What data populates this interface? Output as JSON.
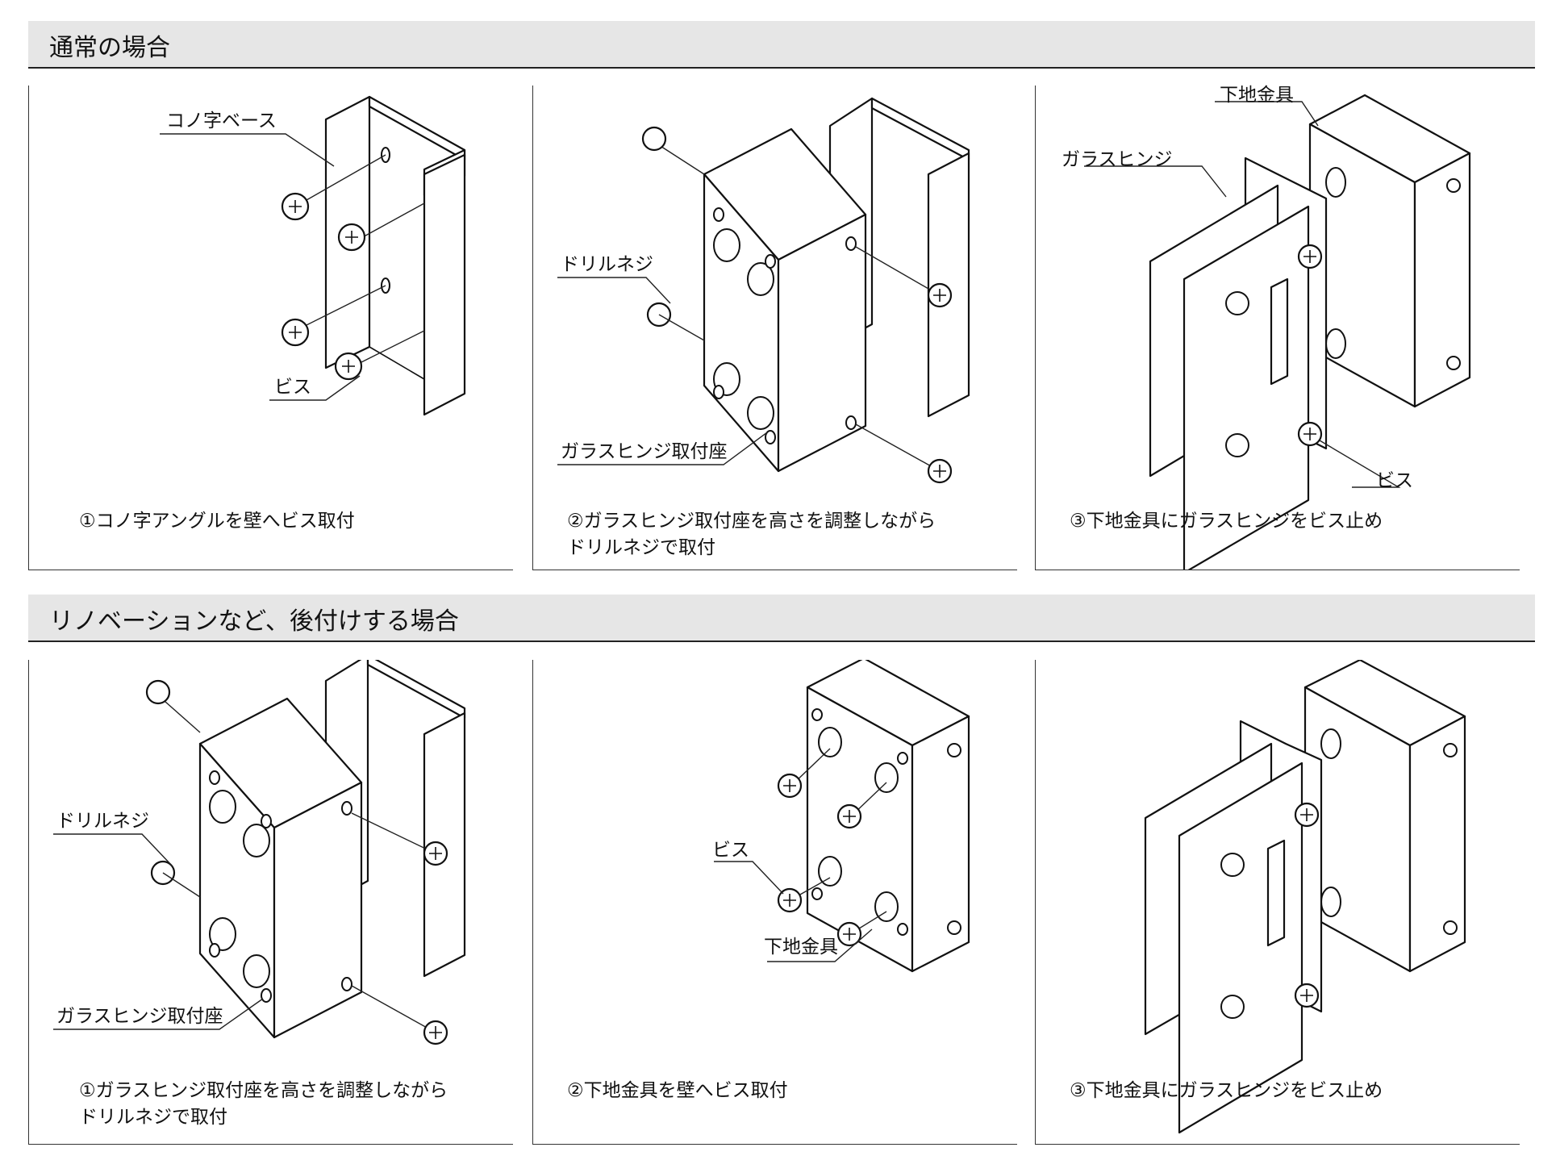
{
  "sections": [
    {
      "header": "通常の場合"
    },
    {
      "header": "リノベーションなど、後付けする場合"
    }
  ],
  "panels": {
    "s1p1": {
      "caption": "①コノ字アングルを壁へビス取付",
      "labels": {
        "base": "コノ字ベース",
        "screw": "ビス"
      }
    },
    "s1p2": {
      "caption_l1": "②ガラスヒンジ取付座を高さを調整しながら",
      "caption_l2": "ドリルネジで取付",
      "labels": {
        "drill": "ドリルネジ",
        "seat": "ガラスヒンジ取付座"
      }
    },
    "s1p3": {
      "caption": "③下地金具にガラスヒンジをビス止め",
      "labels": {
        "bracket": "下地金具",
        "hinge": "ガラスヒンジ",
        "screw": "ビス"
      }
    },
    "s2p1": {
      "caption_l1": "①ガラスヒンジ取付座を高さを調整しながら",
      "caption_l2": "ドリルネジで取付",
      "labels": {
        "drill": "ドリルネジ",
        "seat": "ガラスヒンジ取付座"
      }
    },
    "s2p2": {
      "caption": "②下地金具を壁へビス取付",
      "labels": {
        "screw": "ビス",
        "bracket": "下地金具"
      }
    },
    "s2p3": {
      "caption": "③下地金具にガラスヒンジをビス止め"
    }
  }
}
